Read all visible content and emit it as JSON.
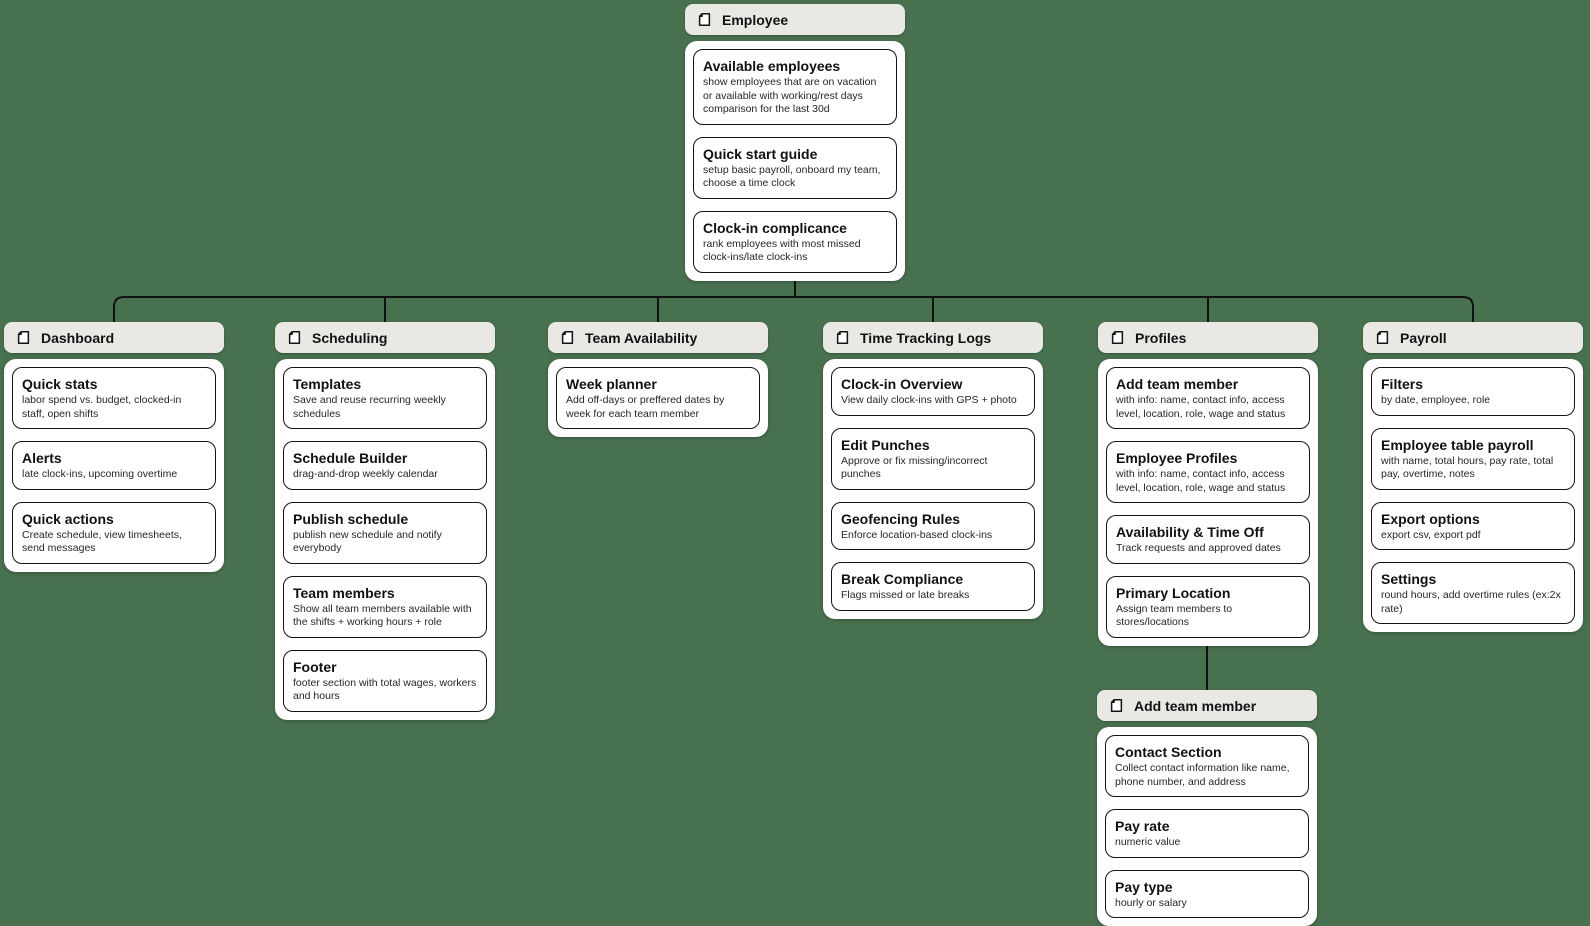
{
  "canvas": {
    "background_color": "#48714F",
    "node_header_color": "#E9E8E4",
    "node_body_color": "#FFFFFF",
    "connector_color": "#121212"
  },
  "nodes": [
    {
      "id": "employee",
      "title": "Employee",
      "icon": "document-icon",
      "cards": [
        {
          "title": "Available employees",
          "desc": "show employees that are on vacation or available with working/rest days comparison for the last 30d"
        },
        {
          "title": "Quick start guide",
          "desc": "setup basic payroll, onboard my team, choose a time clock"
        },
        {
          "title": "Clock-in complicance",
          "desc": "rank employees with most missed clock-ins/late clock-ins"
        }
      ]
    },
    {
      "id": "dashboard",
      "title": "Dashboard",
      "icon": "document-icon",
      "cards": [
        {
          "title": "Quick stats",
          "desc": "labor spend vs. budget, clocked-in staff, open shifts"
        },
        {
          "title": "Alerts",
          "desc": " late clock-ins, upcoming overtime"
        },
        {
          "title": "Quick actions",
          "desc": "Create schedule, view timesheets, send messages"
        }
      ]
    },
    {
      "id": "scheduling",
      "title": "Scheduling",
      "icon": "document-icon",
      "cards": [
        {
          "title": "Templates",
          "desc": "Save and reuse recurring weekly schedules"
        },
        {
          "title": "Schedule Builder",
          "desc": "drag-and-drop weekly calendar"
        },
        {
          "title": "Publish schedule",
          "desc": "publish new schedule and notify everybody"
        },
        {
          "title": "Team members",
          "desc": "Show all team members available with the shifts + working hours + role"
        },
        {
          "title": "Footer",
          "desc": "footer section with total wages, workers and hours"
        }
      ]
    },
    {
      "id": "team-availability",
      "title": "Team Availability",
      "icon": "document-icon",
      "cards": [
        {
          "title": "Week planner",
          "desc": "Add off-days or preffered dates by week for each team member"
        }
      ]
    },
    {
      "id": "time-tracking-logs",
      "title": "Time Tracking Logs",
      "icon": "document-icon",
      "cards": [
        {
          "title": "Clock-in Overview",
          "desc": "View daily clock-ins with GPS + photo"
        },
        {
          "title": "Edit Punches",
          "desc": "Approve or fix missing/incorrect punches"
        },
        {
          "title": "Geofencing Rules",
          "desc": "Enforce location-based clock-ins"
        },
        {
          "title": "Break Compliance",
          "desc": "Flags missed or late breaks"
        }
      ]
    },
    {
      "id": "profiles",
      "title": "Profiles",
      "icon": "document-icon",
      "cards": [
        {
          "title": "Add team member",
          "desc": "with info: name, contact info, access level, location, role, wage and status"
        },
        {
          "title": "Employee Profiles",
          "desc": "with info: name, contact info, access level, location, role, wage and status"
        },
        {
          "title": "Availability & Time Off",
          "desc": "Track requests and approved dates"
        },
        {
          "title": "Primary Location",
          "desc": "Assign team members to stores/locations"
        }
      ]
    },
    {
      "id": "payroll",
      "title": "Payroll",
      "icon": "document-icon",
      "cards": [
        {
          "title": "Filters",
          "desc": "by date, employee, role"
        },
        {
          "title": "Employee table payroll",
          "desc": "with name, total hours, pay rate, total pay, overtime, notes"
        },
        {
          "title": "Export options",
          "desc": "export csv, export pdf"
        },
        {
          "title": "Settings",
          "desc": "round hours, add overtime rules (ex:2x rate)"
        }
      ]
    },
    {
      "id": "add-team-member",
      "title": "Add team member",
      "icon": "document-icon",
      "cards": [
        {
          "title": "Contact Section",
          "desc": "Collect contact information like name, phone number, and address"
        },
        {
          "title": "Pay rate",
          "desc": "numeric value"
        },
        {
          "title": "Pay type",
          "desc": "hourly or salary"
        }
      ]
    }
  ],
  "edges": [
    {
      "from": "Employee",
      "to": "Dashboard"
    },
    {
      "from": "Employee",
      "to": "Scheduling"
    },
    {
      "from": "Employee",
      "to": "Team Availability"
    },
    {
      "from": "Employee",
      "to": "Time Tracking Logs"
    },
    {
      "from": "Employee",
      "to": "Profiles"
    },
    {
      "from": "Employee",
      "to": "Payroll"
    },
    {
      "from": "Profiles",
      "to": "Add team member"
    }
  ]
}
